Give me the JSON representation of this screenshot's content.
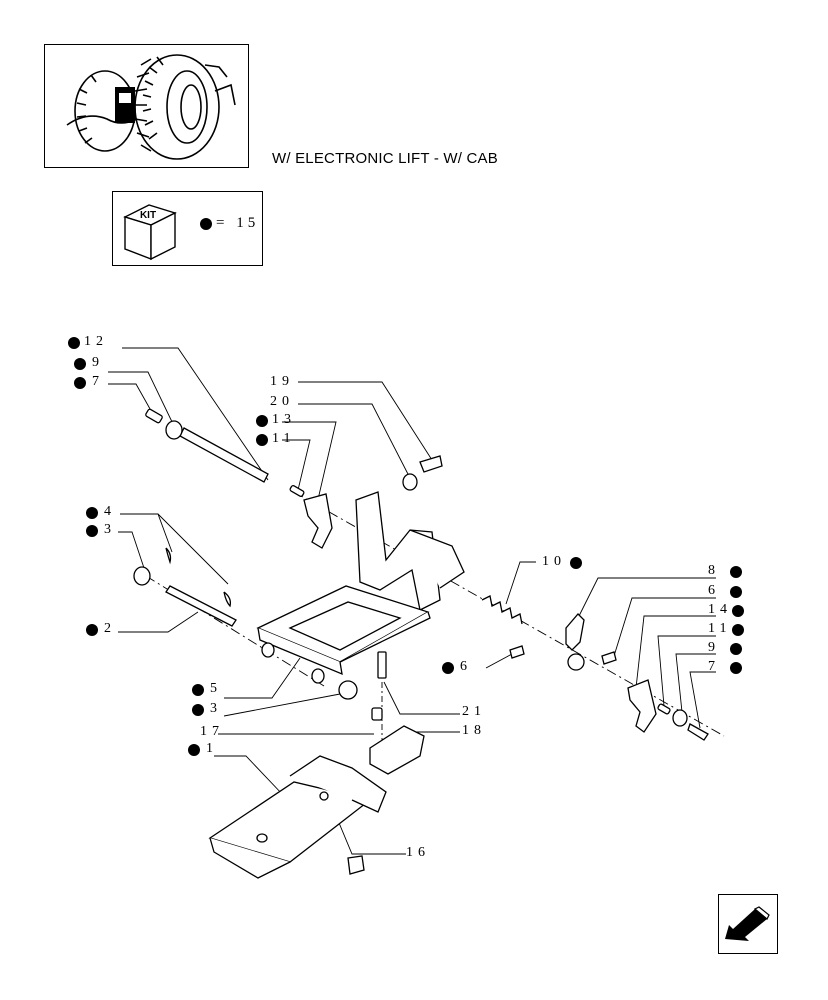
{
  "page": {
    "title": "W/ ELECTRONIC LIFT - W/ CAB"
  },
  "kit": {
    "icon_label": "KIT",
    "legend_text": "= 15"
  },
  "callouts": [
    {
      "id": "12",
      "text": "12",
      "kit": true
    },
    {
      "id": "9a",
      "text": "9",
      "kit": true
    },
    {
      "id": "7a",
      "text": "7",
      "kit": true
    },
    {
      "id": "19",
      "text": "19",
      "kit": false
    },
    {
      "id": "20",
      "text": "20",
      "kit": false
    },
    {
      "id": "13",
      "text": "13",
      "kit": true
    },
    {
      "id": "11a",
      "text": "11",
      "kit": true
    },
    {
      "id": "4",
      "text": "4",
      "kit": true
    },
    {
      "id": "3a",
      "text": "3",
      "kit": true
    },
    {
      "id": "2",
      "text": "2",
      "kit": true
    },
    {
      "id": "10",
      "text": "10",
      "kit": true
    },
    {
      "id": "8",
      "text": "8",
      "kit": true
    },
    {
      "id": "6a",
      "text": "6",
      "kit": true
    },
    {
      "id": "14",
      "text": "14",
      "kit": true
    },
    {
      "id": "11b",
      "text": "11",
      "kit": true
    },
    {
      "id": "9b",
      "text": "9",
      "kit": true
    },
    {
      "id": "7b",
      "text": "7",
      "kit": true
    },
    {
      "id": "6b",
      "text": "6",
      "kit": true
    },
    {
      "id": "5",
      "text": "5",
      "kit": true
    },
    {
      "id": "3b",
      "text": "3",
      "kit": true
    },
    {
      "id": "21",
      "text": "21",
      "kit": false
    },
    {
      "id": "17",
      "text": "17",
      "kit": false
    },
    {
      "id": "18",
      "text": "18",
      "kit": false
    },
    {
      "id": "1",
      "text": "1",
      "kit": true
    },
    {
      "id": "16",
      "text": "16",
      "kit": false
    }
  ]
}
